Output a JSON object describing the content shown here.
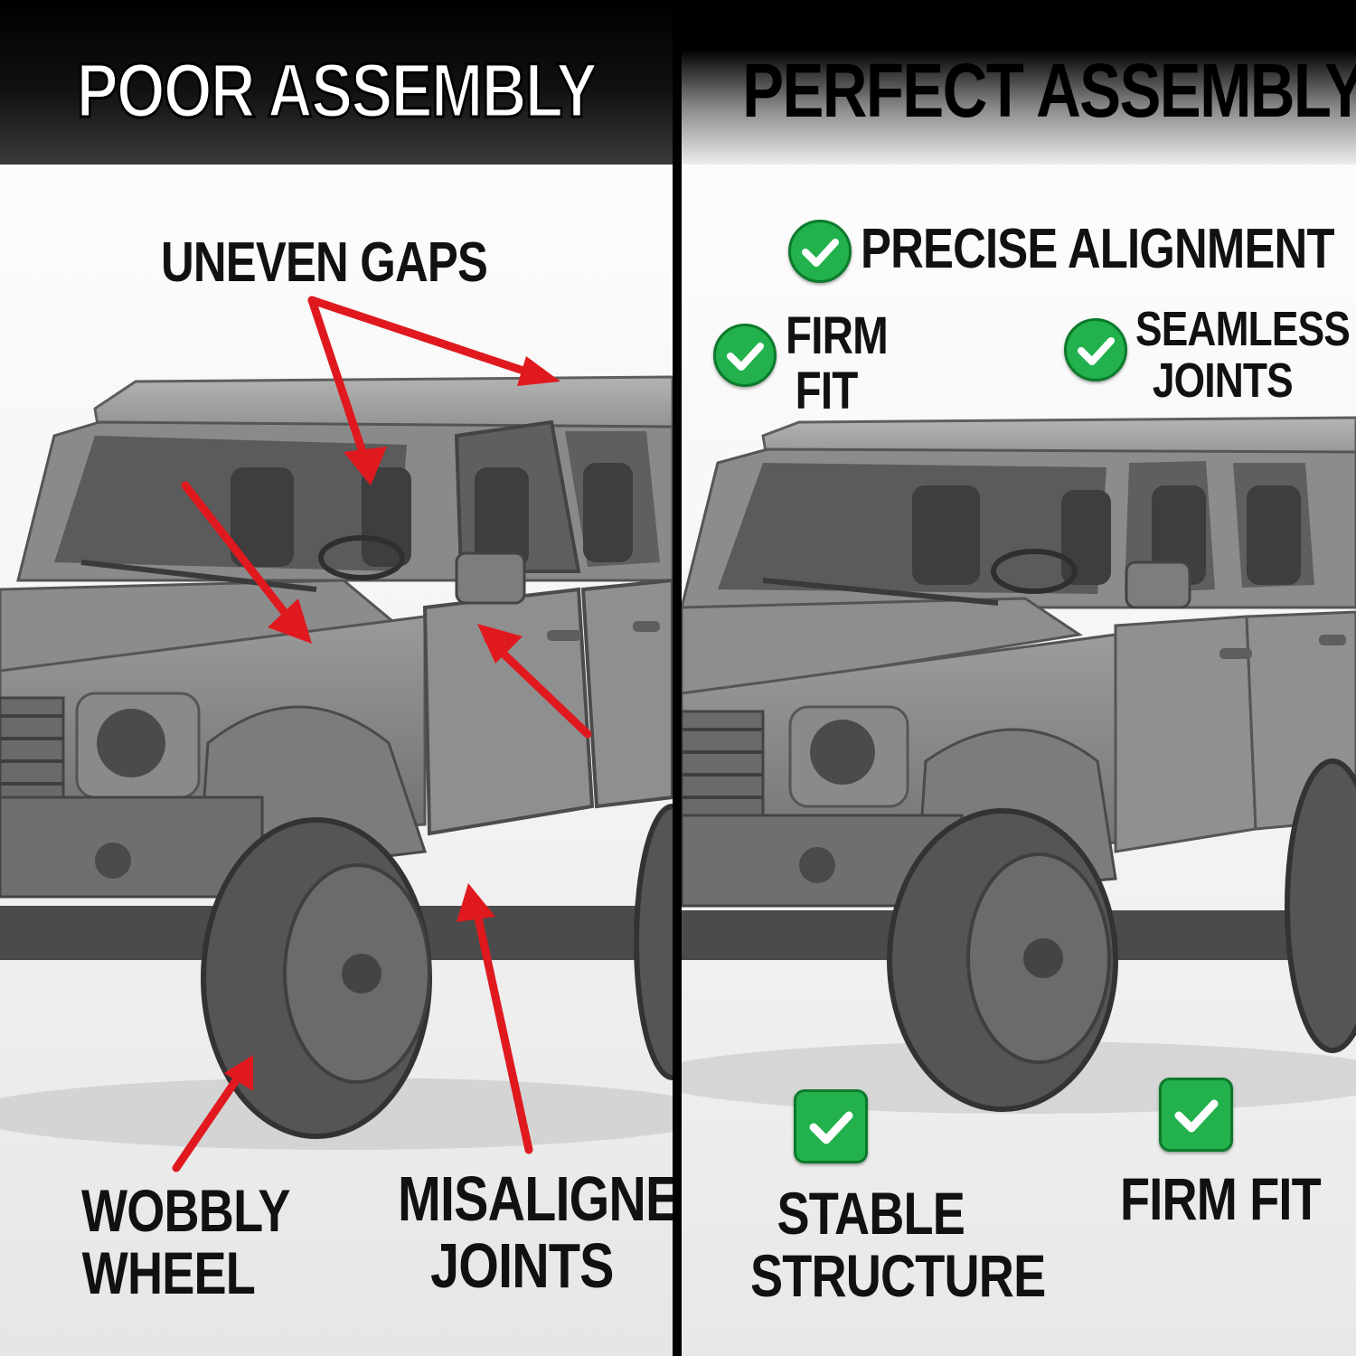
{
  "left": {
    "title": "POOR ASSEMBLY",
    "labels": {
      "uneven_gaps": "UNEVEN GAPS",
      "wobbly_wheel_line1": "WOBBLY",
      "wobbly_wheel_line2": "WHEEL",
      "misaligned_line1": "MISALIGNED",
      "misaligned_line2": "JOINTS"
    },
    "arrow_color": "#e0191f"
  },
  "right": {
    "title": "PERFECT ASSEMBLY",
    "labels": {
      "precise_alignment": "PRECISE ALIGNMENT",
      "firm_fit_line1": "FIRM",
      "firm_fit_line2": "FIT",
      "seamless_line1": "SEAMLESS",
      "seamless_line2": "JOINTS",
      "stable_line1": "STABLE",
      "stable_line2": "STRUCTURE",
      "firm_fit_bottom": "FIRM FIT"
    },
    "check_color": "#22b14c",
    "check_icon": "check-icon"
  }
}
